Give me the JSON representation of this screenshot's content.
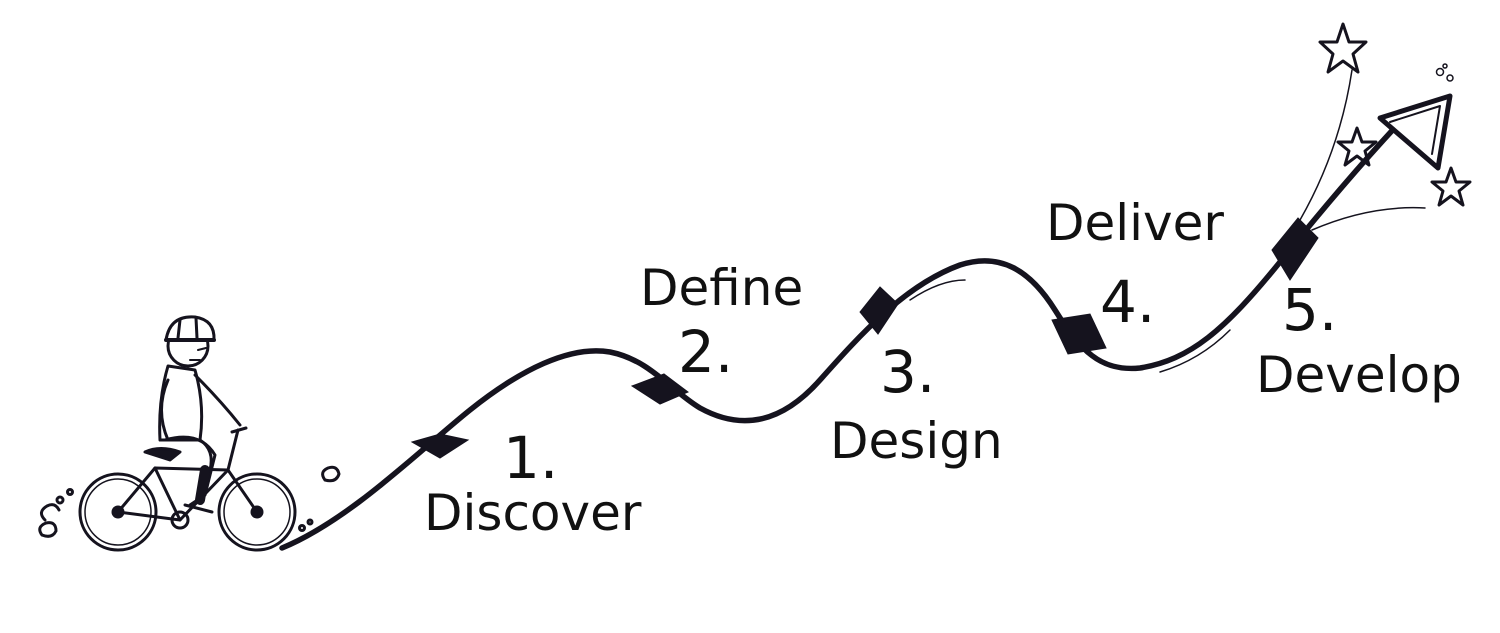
{
  "stages": [
    {
      "number": "1.",
      "name": "Discover"
    },
    {
      "number": "2.",
      "name": "Define"
    },
    {
      "number": "3.",
      "name": "Design"
    },
    {
      "number": "4.",
      "name": "Deliver"
    },
    {
      "number": "5.",
      "name": "Develop"
    }
  ],
  "colors": {
    "ink": "#15131e",
    "background": "#ffffff"
  },
  "icons": [
    "cyclist-illustration",
    "arrow-head-icon",
    "star-icon"
  ]
}
